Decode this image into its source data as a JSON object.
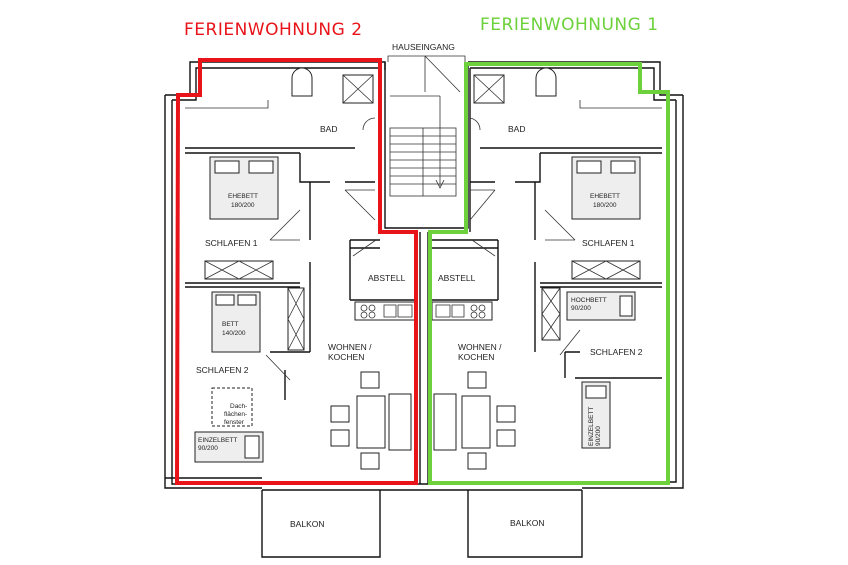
{
  "apartments": {
    "left": {
      "title": "FERIENWOHNUNG 2",
      "color": "#e8141a"
    },
    "right": {
      "title": "FERIENWOHNUNG 1",
      "color": "#6cd13a"
    }
  },
  "entrance": "HAUSEINGANG",
  "left_rooms": {
    "bad": "BAD",
    "ehebett_line1": "EHEBETT",
    "ehebett_line2": "180/200",
    "schlafen1": "SCHLAFEN 1",
    "abstell": "ABSTELL",
    "bett_line1": "BETT",
    "bett_line2": "140/200",
    "wohnen_line1": "WOHNEN /",
    "wohnen_line2": "KOCHEN",
    "schlafen2": "SCHLAFEN 2",
    "dach_line1": "Dach-",
    "dach_line2": "flächen-",
    "dach_line3": "fenster",
    "einzelbett_line1": "EINZELBETT",
    "einzelbett_line2": "90/200",
    "balkon": "BALKON"
  },
  "right_rooms": {
    "bad": "BAD",
    "ehebett_line1": "EHEBETT",
    "ehebett_line2": "180/200",
    "schlafen1": "SCHLAFEN 1",
    "abstell": "ABSTELL",
    "hochbett_line1": "HOCHBETT",
    "hochbett_line2": "90/200",
    "wohnen_line1": "WOHNEN /",
    "wohnen_line2": "KOCHEN",
    "schlafen2": "SCHLAFEN 2",
    "einzelbett_line1": "EINZELBETT",
    "einzelbett_line2": "90/200",
    "balkon": "BALKON"
  }
}
